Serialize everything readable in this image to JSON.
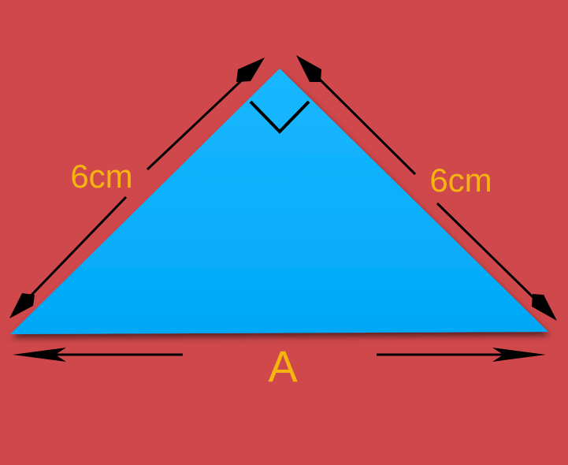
{
  "labels": {
    "left_side": "6cm",
    "right_side": "6cm",
    "base": "A"
  },
  "colors": {
    "background": "#cf484b",
    "triangle_fill": "#00aeff",
    "label_text": "#f6b40f",
    "arrow": "#000000"
  }
}
